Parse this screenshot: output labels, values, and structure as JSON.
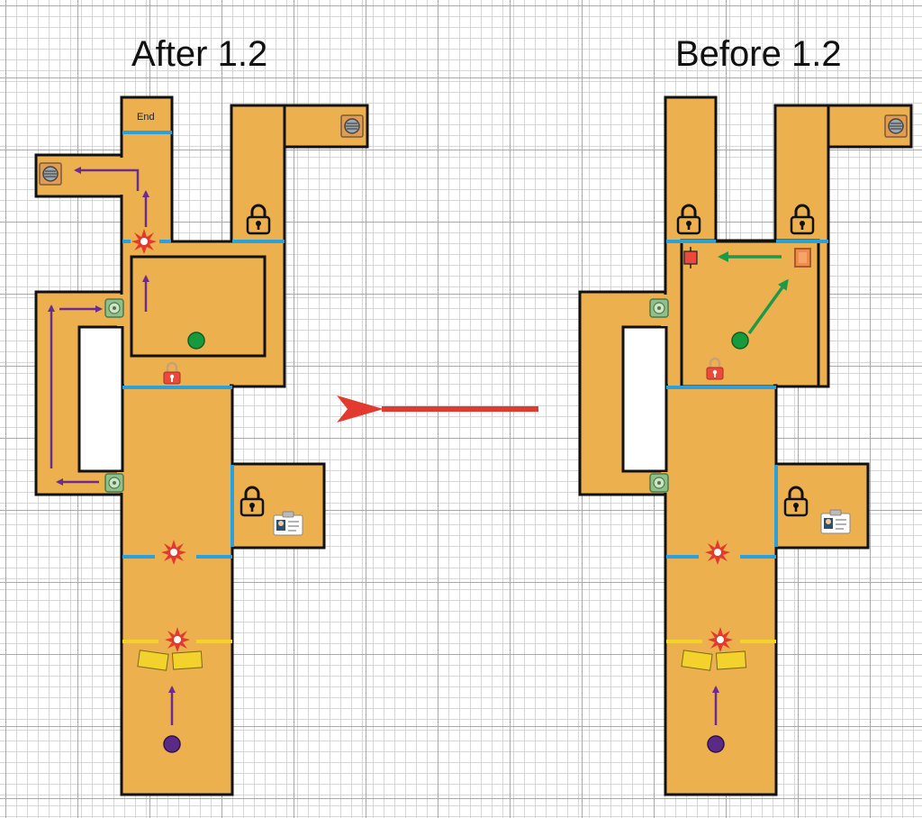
{
  "panels": {
    "after": {
      "title": "After 1.2",
      "end_label": "End"
    },
    "before": {
      "title": "Before 1.2"
    }
  },
  "icons": {
    "player_start": "purple-circle",
    "goal_marker": "green-circle",
    "lock": "padlock-icon",
    "red_lock": "red-padlock-icon",
    "explosion": "explosion-icon",
    "vent": "vent-icon",
    "teleporter": "green-pad-icon",
    "keycard": "id-card-icon",
    "crate": "yellow-crate",
    "lantern": "red-lantern-icon",
    "frame": "orange-frame-icon"
  },
  "colors": {
    "floor": "#ecb04f",
    "wall": "#111111",
    "door": "#2aa1dc",
    "yellow_door": "#f1d329",
    "path_arrow": "#6a2c91",
    "change_arrow": "#e23a2f",
    "move_arrow": "#1d9a48",
    "start_dot": "#5b2a86",
    "goal_dot": "#169a3c"
  }
}
